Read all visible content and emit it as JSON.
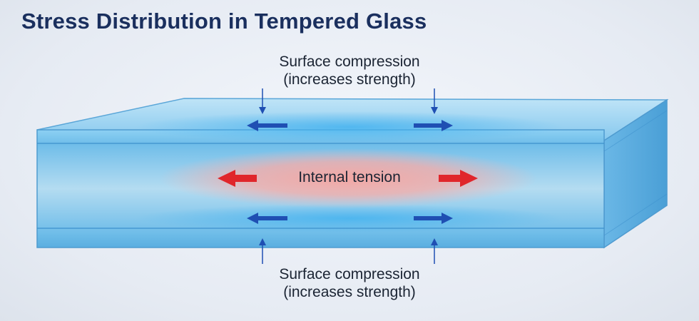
{
  "title": "Stress Distribution in Tempered Glass",
  "labels": {
    "top_compression": {
      "line1": "Surface compression",
      "line2": "(increases strength)"
    },
    "internal_tension": "Internal tension",
    "bottom_compression": {
      "line1": "Surface compression",
      "line2": "(increases strength)"
    }
  },
  "colors": {
    "title": "#1a2f5e",
    "glass": "#7cc4ef",
    "compression_arrow": "#1f4fb3",
    "tension_arrow": "#e0262b",
    "tension_zone": "#f59a9a"
  },
  "icons": {
    "compression": "arrow-inward-icon",
    "tension": "arrow-outward-icon",
    "pointer": "thin-arrow-down-icon"
  }
}
